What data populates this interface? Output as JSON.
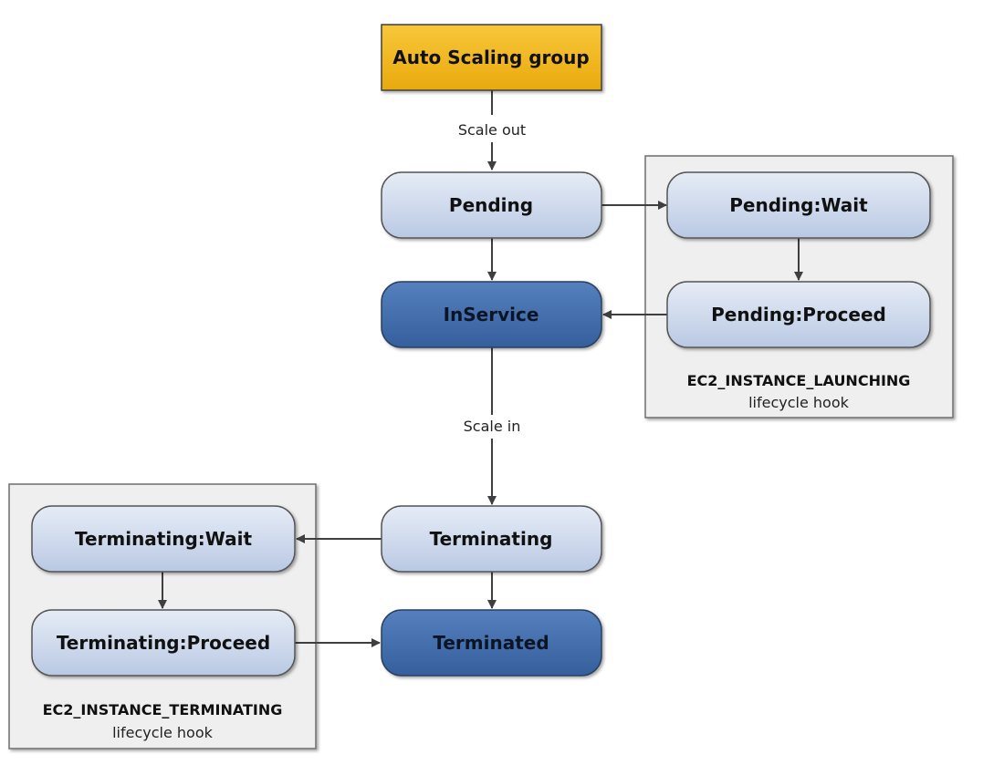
{
  "nodes": {
    "asg": "Auto Scaling group",
    "pending": "Pending",
    "pending_wait": "Pending:Wait",
    "pending_proceed": "Pending:Proceed",
    "inservice": "InService",
    "terminating": "Terminating",
    "terminating_wait": "Terminating:Wait",
    "terminating_proceed": "Terminating:Proceed",
    "terminated": "Terminated"
  },
  "edges": {
    "scale_out": "Scale out",
    "scale_in": "Scale in"
  },
  "hooks": {
    "launching": {
      "title": "EC2_INSTANCE_LAUNCHING",
      "subtitle": "lifecycle hook"
    },
    "terminating": {
      "title": "EC2_INSTANCE_TERMINATING",
      "subtitle": "lifecycle hook"
    }
  },
  "colors": {
    "asg_fill": "#F2B71C",
    "state_light_fill": "#C9D5EA",
    "state_dark_fill": "#4470AE",
    "hook_box_fill": "#EFEFEF",
    "arrow": "#3F3F3F"
  }
}
